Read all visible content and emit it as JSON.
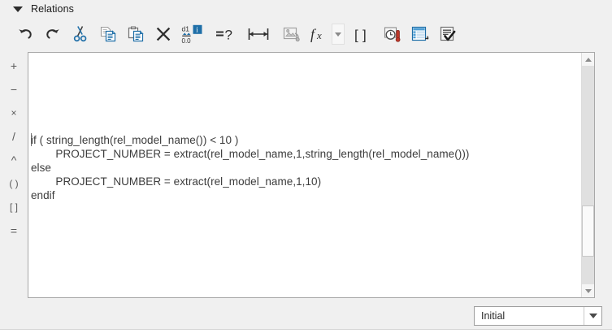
{
  "panel": {
    "title": "Relations",
    "collapse_icon": "triangle-down-icon"
  },
  "toolbar": {
    "buttons": [
      {
        "name": "undo-button",
        "icon": "undo-icon",
        "tooltip": "Undo"
      },
      {
        "name": "redo-button",
        "icon": "redo-icon",
        "tooltip": "Redo"
      },
      {
        "name": "cut-button",
        "icon": "scissors-icon",
        "tooltip": "Cut"
      },
      {
        "name": "copy-button",
        "icon": "copy-icon",
        "tooltip": "Copy"
      },
      {
        "name": "paste-button",
        "icon": "paste-icon",
        "tooltip": "Paste"
      },
      {
        "name": "delete-button",
        "icon": "close-x-icon",
        "tooltip": "Delete"
      },
      {
        "name": "parameter-info-button",
        "icon": "dimension-info-icon",
        "tooltip": "Parameter Info"
      },
      {
        "name": "verify-relations-button",
        "icon": "equals-question-icon",
        "tooltip": "Verify Relations"
      },
      {
        "name": "measure-button",
        "icon": "measure-arrow-icon",
        "tooltip": "Measure"
      },
      {
        "name": "insert-from-file-button",
        "icon": "insert-image-icon",
        "tooltip": "Insert From File"
      },
      {
        "name": "functions-button",
        "icon": "fx-icon",
        "tooltip": "Insert Function"
      },
      {
        "name": "functions-dropdown",
        "icon": "chevron-down-icon",
        "tooltip": "Function List"
      },
      {
        "name": "units-button",
        "icon": "brackets-curly-icon",
        "tooltip": "Units"
      },
      {
        "name": "history-button",
        "icon": "clock-history-icon",
        "tooltip": "Relation History"
      },
      {
        "name": "parameters-button",
        "icon": "table-list-icon",
        "tooltip": "Parameters"
      },
      {
        "name": "check-relations-button",
        "icon": "document-check-icon",
        "tooltip": "Check Relations"
      }
    ]
  },
  "operators": [
    {
      "name": "operator-plus-button",
      "label": "+"
    },
    {
      "name": "operator-minus-button",
      "label": "−"
    },
    {
      "name": "operator-multiply-button",
      "label": "×"
    },
    {
      "name": "operator-divide-button",
      "label": "/"
    },
    {
      "name": "operator-power-button",
      "label": "^"
    },
    {
      "name": "operator-parentheses-button",
      "label": "( )"
    },
    {
      "name": "operator-brackets-button",
      "label": "[ ]"
    },
    {
      "name": "operator-equals-button",
      "label": "="
    }
  ],
  "editor": {
    "code": "if ( string_length(rel_model_name()) < 10 )\n        PROJECT_NUMBER = extract(rel_model_name,1,string_length(rel_model_name()))\nelse\n        PROJECT_NUMBER = extract(rel_model_name,1,10)\nendif",
    "lines": [
      "if ( string_length(rel_model_name()) < 10 )",
      "        PROJECT_NUMBER = extract(rel_model_name,1,string_length(rel_model_name()))",
      "else",
      "        PROJECT_NUMBER = extract(rel_model_name,1,10)",
      "endif"
    ]
  },
  "scrollbar": {
    "up_icon": "triangle-up-icon",
    "down_icon": "triangle-down-icon"
  },
  "footer": {
    "mode_select": {
      "value": "Initial",
      "arrow_icon": "chevron-down-icon"
    }
  },
  "colors": {
    "panel_bg": "#f0f0f0",
    "editor_bg": "#ffffff",
    "editor_border": "#a8a8a8",
    "code_text": "#3c3c3c",
    "icon_blue": "#1f6fa8",
    "icon_dark": "#3a3a3a",
    "accent_red": "#c0392b"
  }
}
